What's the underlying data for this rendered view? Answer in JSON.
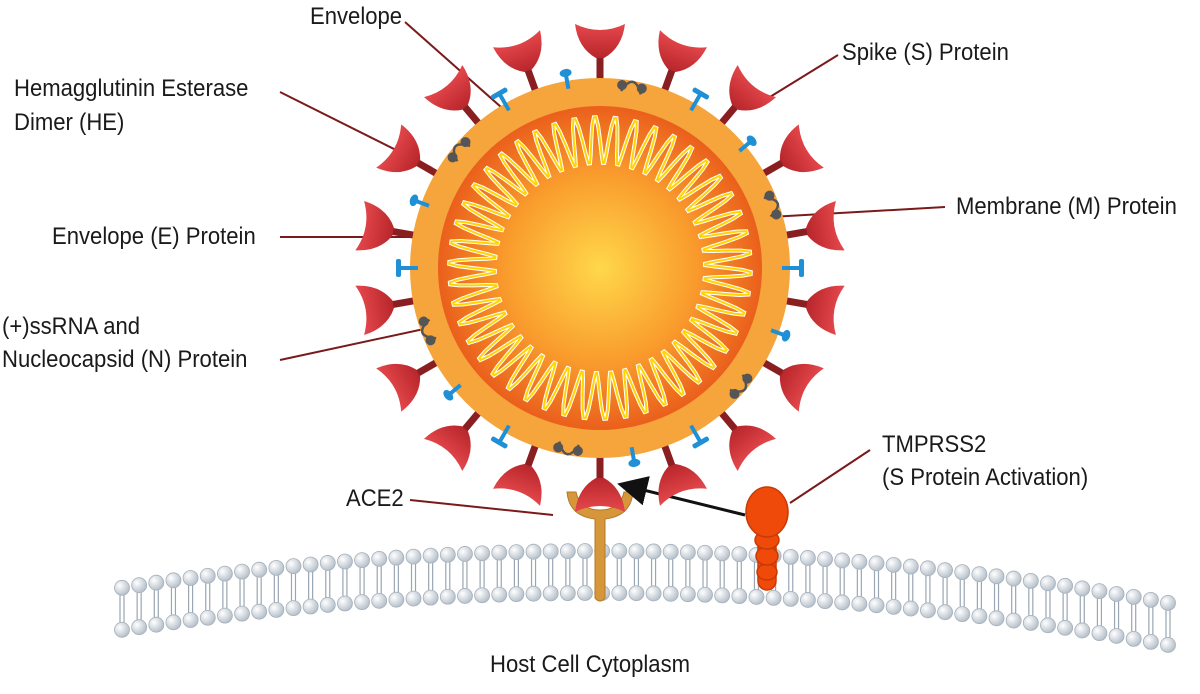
{
  "labels": {
    "envelope": "Envelope",
    "spike": "Spike (S) Protein",
    "he_line1": "Hemagglutinin Esterase",
    "he_line2": "Dimer (HE)",
    "membrane": "Membrane (M) Protein",
    "envelope_e": "Envelope (E) Protein",
    "rna_line1": "(+)ssRNA and",
    "rna_line2": "Nucleocapsid (N) Protein",
    "ace2": "ACE2",
    "tmprss2_line1": "TMPRSS2",
    "tmprss2_line2": "(S Protein Activation)",
    "cytoplasm": "Host Cell Cytoplasm"
  },
  "colors": {
    "envelope_outer": "#f5a53c",
    "core_center": "#ffd84a",
    "core_edge": "#ef6a1f",
    "spike": "#d9343a",
    "spike_dark": "#8a1f22",
    "leader_line": "#7a1a1a",
    "rna_white": "#ffffff",
    "rna_yellow": "#ffd400",
    "he_protein": "#1f8fd6",
    "m_protein": "#555555",
    "ace2": "#d6973a",
    "tmprss2": "#f04a0a",
    "lipid_head": "#dde3ea"
  }
}
